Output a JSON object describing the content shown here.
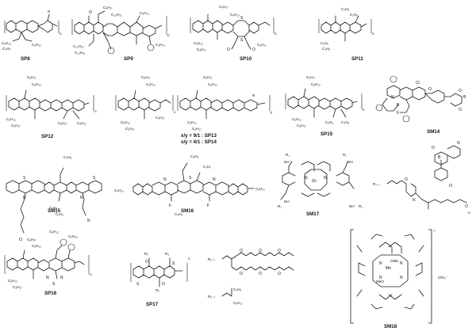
{
  "compounds": {
    "sp8": "SP8",
    "sp9": "SP9",
    "sp10": "SP10",
    "sp11": "SP11",
    "sp12": "SP12",
    "sp13_14_ratio_a": "x/y = 9/1 : SP13",
    "sp13_14_ratio_b": "x/y = 4/1 : SP14",
    "sp15": "SP15",
    "sm14": "SM14",
    "sm15": "SM15",
    "sm16": "SM16",
    "sm17": "SM17",
    "sp16": "SP16",
    "sp17": "SP17",
    "sm18": "SM18"
  },
  "substituents": {
    "r1_def": "R₁ =",
    "r2_def": "R₂ =",
    "r3_def": "R₃ =",
    "c6h13": "C₆H₁₃",
    "c8h17": "C₈H₁₇",
    "c4h9": "C₄H₉",
    "c10h21": "C₁₀H₂₁",
    "c12h25": "C₁₂H₂₅",
    "c2h5": "C₂H₅",
    "r1": "R₁",
    "r2": "R₂",
    "r3": "R₃",
    "x": "x",
    "y": "y",
    "n": "n",
    "plus": "+",
    "clo4": "ClO₄⁻",
    "n_atom": "N",
    "s_atom": "S",
    "o_atom": "O",
    "f_atom": "F",
    "b_atom": "B",
    "cl_atom": "Cl",
    "zn_atom": "Zn",
    "mn_atom": "Mn",
    "nh": "NH",
    "ome": "OMe",
    "meo": "MeO"
  }
}
